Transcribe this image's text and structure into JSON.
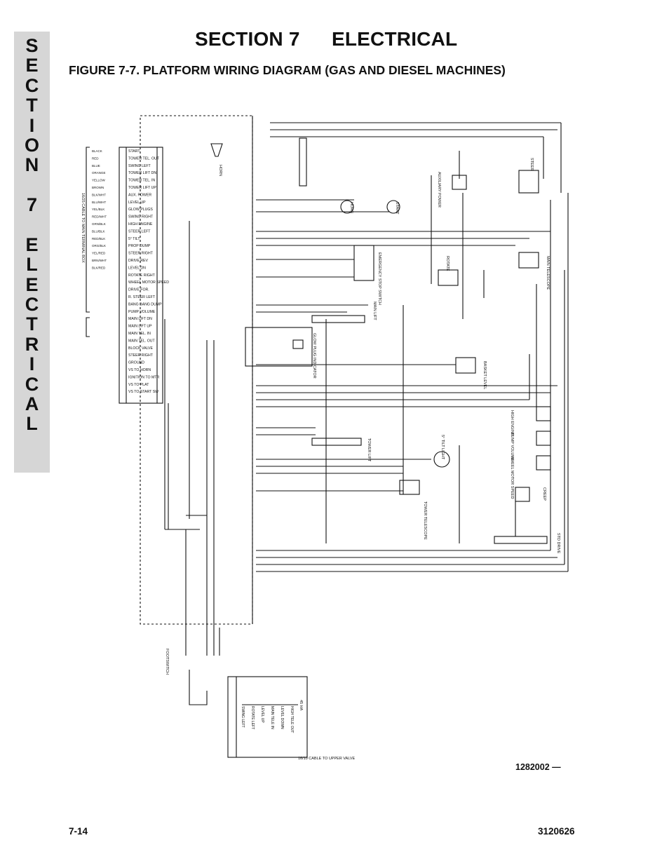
{
  "side_tab": {
    "letters": [
      "S",
      "E",
      "C",
      "T",
      "I",
      "O",
      "N",
      "7",
      "E",
      "L",
      "E",
      "C",
      "T",
      "R",
      "I",
      "C",
      "A",
      "L"
    ],
    "spacer_after": [
      6,
      7
    ]
  },
  "header": {
    "section_label": "SECTION 7",
    "section_name": "ELECTRICAL"
  },
  "figure": {
    "title": "FIGURE 7-7.   PLATFORM WIRING DIAGRAM (GAS AND DIESEL MACHINES)",
    "part_number": "1282002 —"
  },
  "diagram": {
    "terminal_labels": [
      "START",
      "TOWER TEL. OUT",
      "SWING LEFT",
      "TOWER LIFT DN",
      "TOWER TEL. IN",
      "TOWER LIFT UP",
      "AUX. POWER",
      "LEVEL UP",
      "GLOW PLUGS",
      "SWING RIGHT",
      "HIGH ENGINE",
      "STEER LEFT",
      "5° TILT",
      "PROP DUMP",
      "STEER RIGHT",
      "DRIVE REV",
      "LEVEL DN",
      "ROTATE RIGHT",
      "WHEEL MOTOR SPEED",
      "DRIVE FOR.",
      "R. STEER LEFT",
      "BANG BANG DUMP",
      "PUMP VOLUME",
      "MAIN LIFT DN",
      "MAIN LIFT UP",
      "MAIN TEL. IN",
      "MAIN TEL. OUT",
      "BLOCK VALVE",
      "STEER RIGHT",
      "GROUND",
      "VS TO HORN",
      "IGNITION TO MTR",
      "VS TO PLAT",
      "VS TO START SW"
    ],
    "wire_labels": [
      "BLACK",
      "RED",
      "BLUE",
      "ORANGE",
      "YELLOW",
      "BROWN",
      "BLK/WHT",
      "BLU/WHT",
      "YEL/BLK",
      "RED/WHT",
      "GRN/BLK",
      "BLU/BLK",
      "RED/BLK",
      "ORG/BLK",
      "YEL/RED",
      "BRN/WHT",
      "BLK/RED"
    ],
    "cable_label": "16/25 CABLE TO MAIN TERMINAL BOX",
    "cable_label_2": "16/10 CABLE TO UPPER VALVE",
    "component_labels": [
      "HORN",
      "START",
      "AUXILIARY POWER",
      "STEER",
      "HORN",
      "EMERGENCY STOP SWITCH",
      "ROTATE",
      "MAIN TELESCOPE",
      "MAIN LIFT",
      "GLOW PLUG INDICATOR",
      "BASKET LEVEL",
      "HIGH ENGINE",
      "PUMP VOLUME",
      "WHEEL MOTOR SPEED",
      "5° TILT LIGHT",
      "TOWER LIFT",
      "TOWER TELESCOPE",
      "CREEP",
      "STD DRIVE",
      "FOOTSWITCH",
      "45 HA"
    ],
    "valve_labels": [
      "HIGH TELE OUT",
      "LEVEL DOWN",
      "MAIN TELE IN",
      "LEVEL UP",
      "ROTATE LEFT",
      "SWING LEFT"
    ]
  },
  "footer": {
    "page": "7-14",
    "doc_number": "3120626"
  }
}
